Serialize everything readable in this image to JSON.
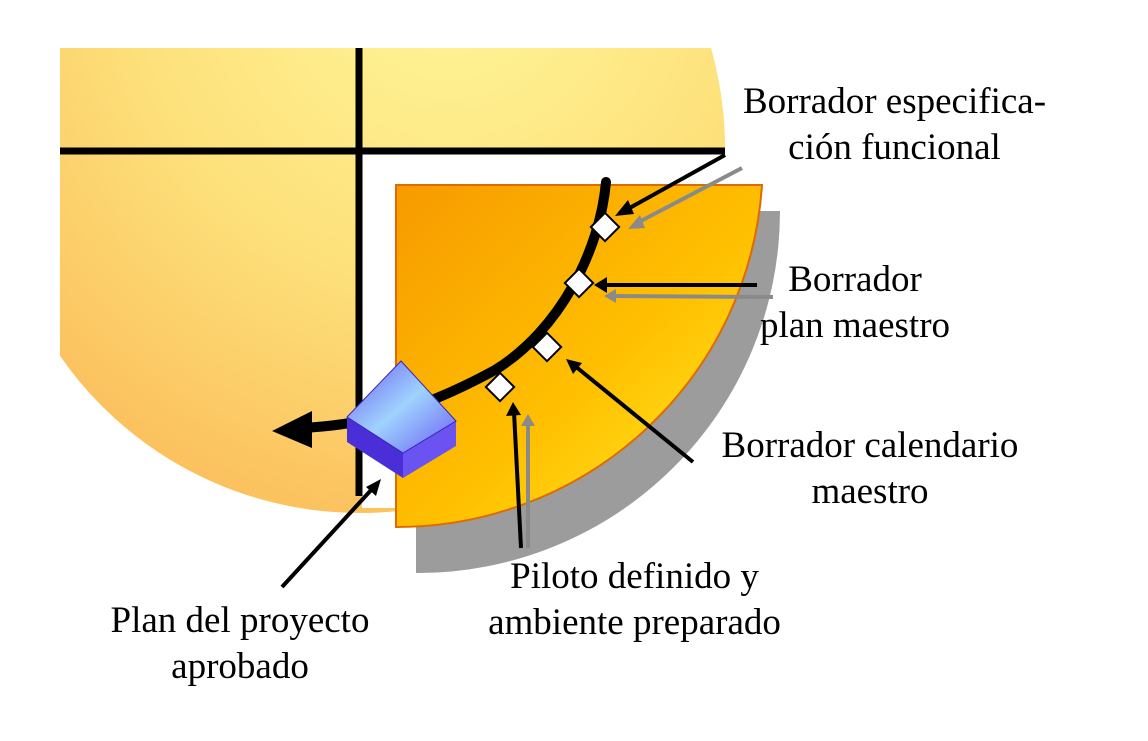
{
  "milestones": {
    "spec_draft": {
      "line1": "Borrador especifica-",
      "line2": "ción funcional"
    },
    "master_plan_draft": {
      "line1": "Borrador",
      "line2": "plan maestro"
    },
    "master_schedule_draft": {
      "line1": "Borrador calendario",
      "line2": "maestro"
    },
    "pilot_defined": {
      "line1": "Piloto definido y",
      "line2": "ambiente preparado"
    },
    "project_plan_approved": {
      "line1": "Plan del proyecto",
      "line2": "aprobado"
    }
  },
  "colors": {
    "circle_light": "#fff79a",
    "circle_dark": "#fcc35f",
    "quadrant_light": "#ffe71e",
    "quadrant_dark": "#f7a000",
    "milestone_box": "#7d7ff5",
    "shadow": "#9c9c9c",
    "arrow": "#000000"
  }
}
